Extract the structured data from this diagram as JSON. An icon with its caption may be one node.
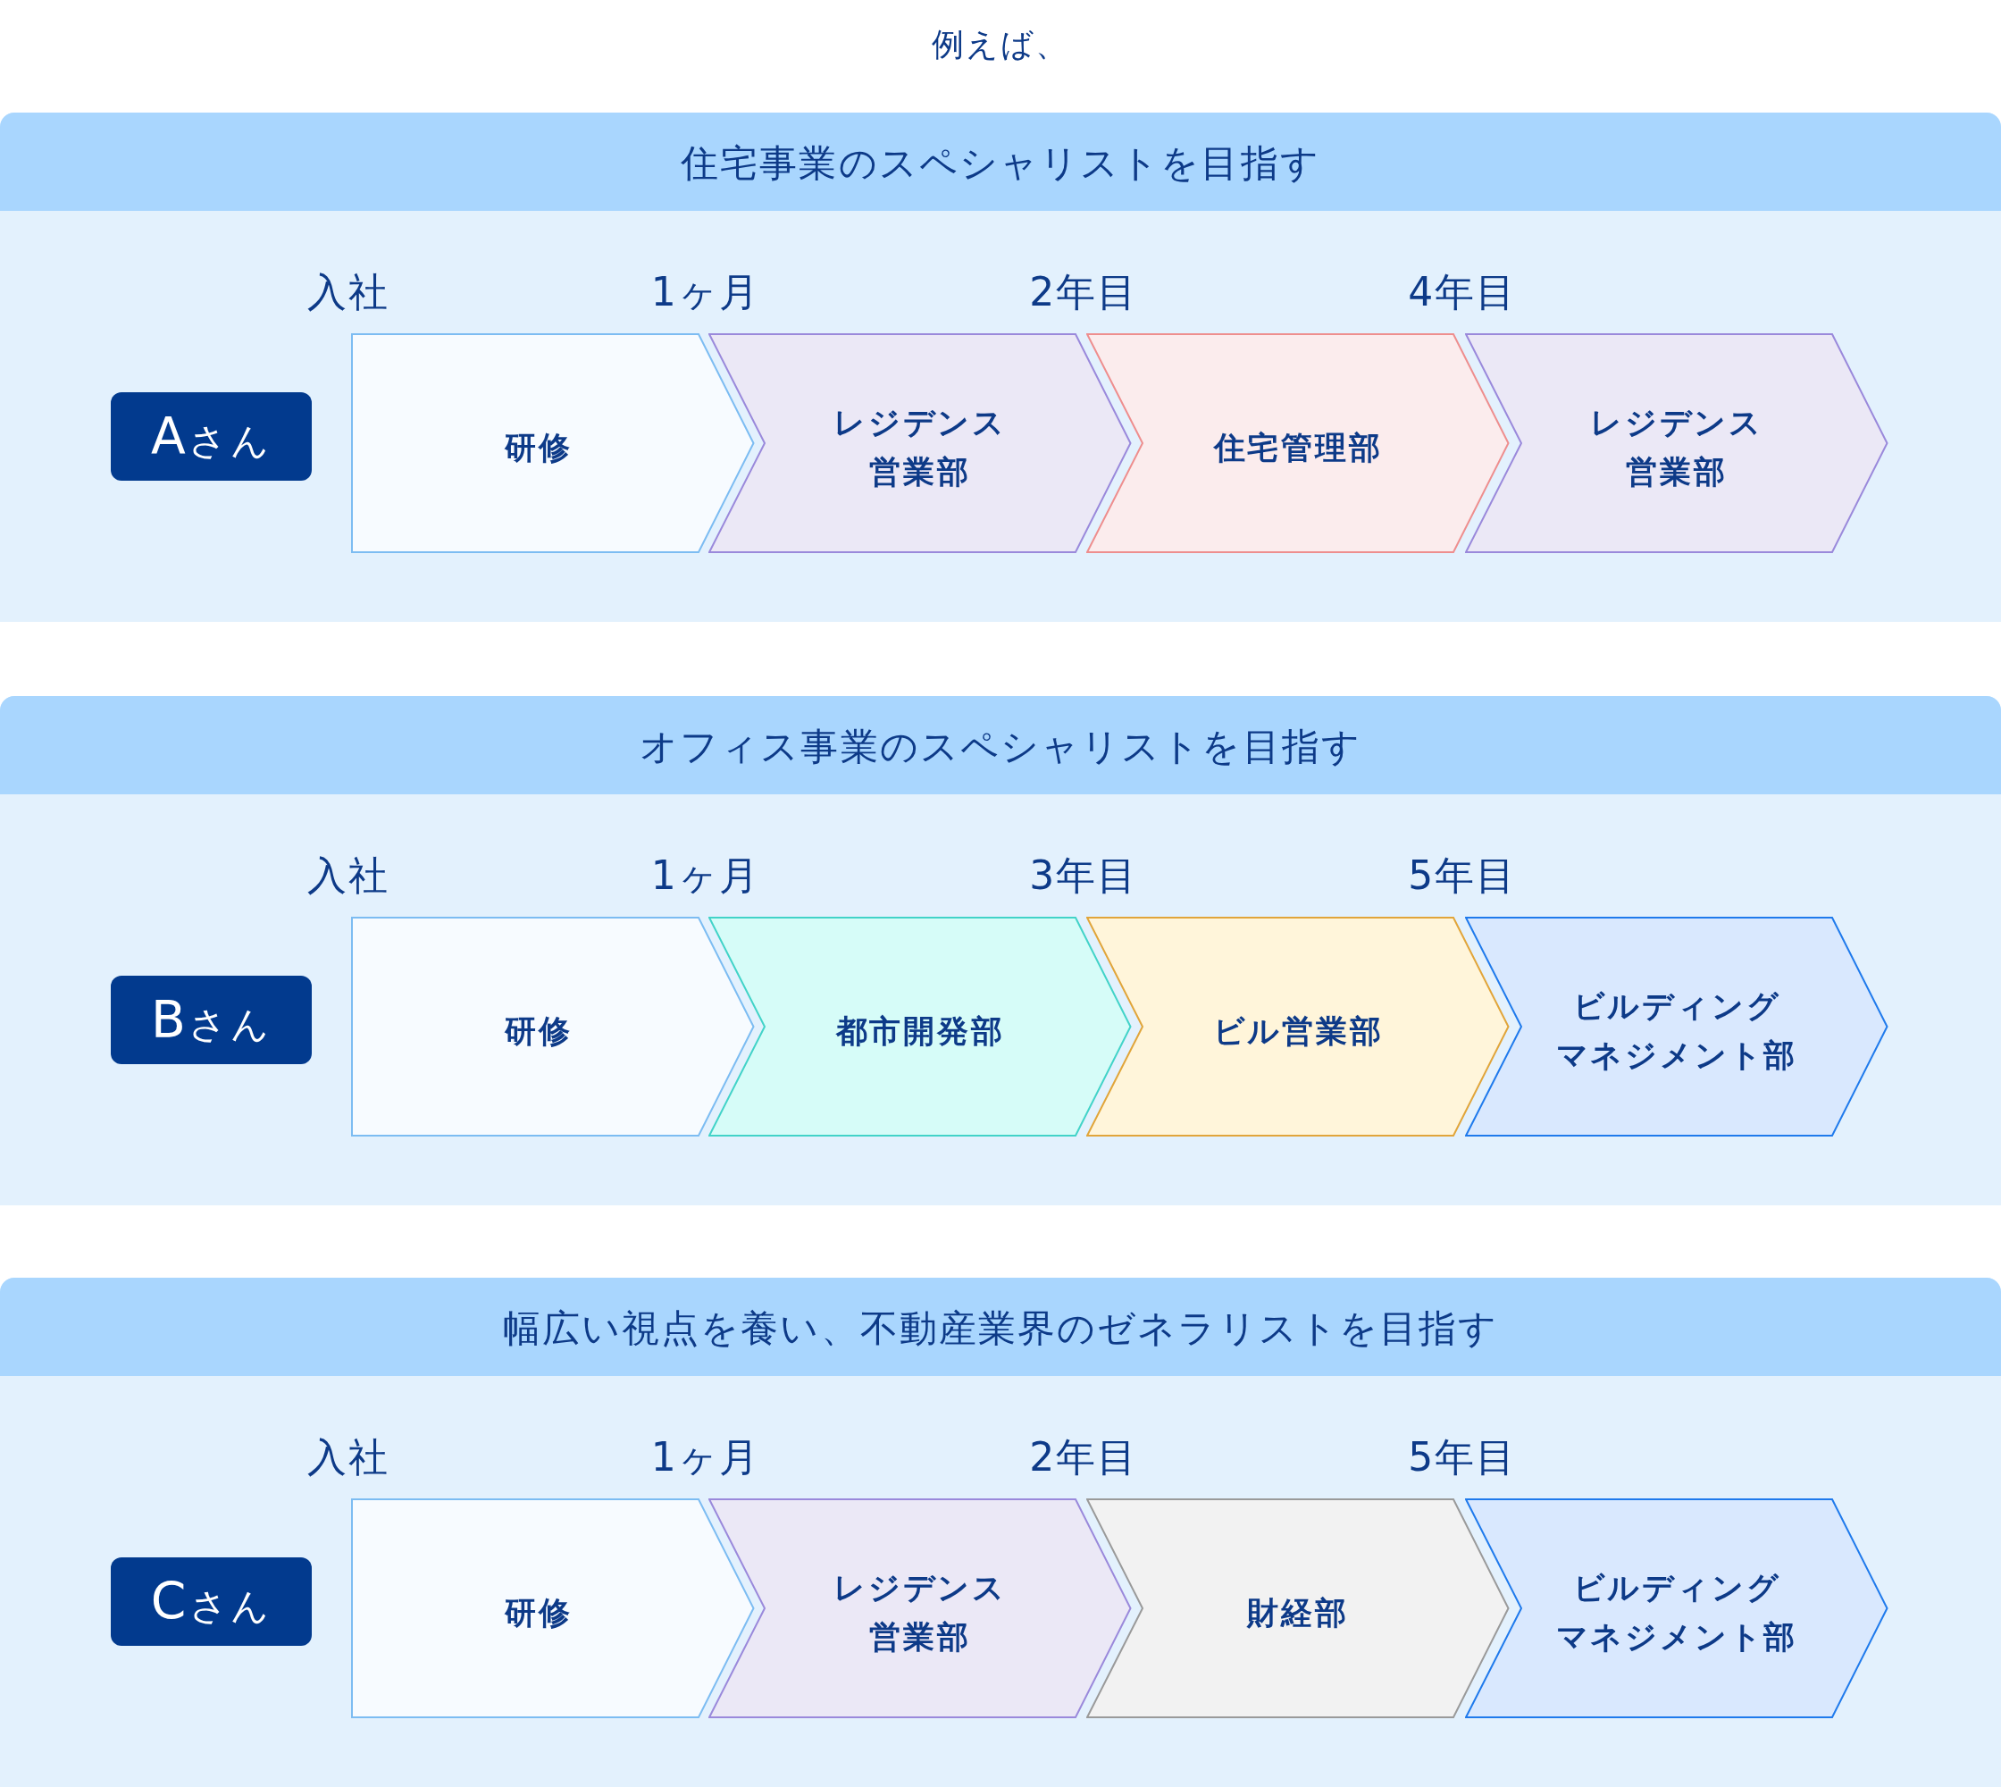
{
  "diagram": {
    "title": "例えば、",
    "nodes": [
      {
        "text": [
          "住宅事業のスペシャリストを目指す"
        ]
      },
      {
        "text": [
          "Aさん"
        ],
        "in": 0
      },
      {
        "text": [
          "研修"
        ],
        "in": 0,
        "beside": [
          "入社"
        ]
      },
      {
        "text": [
          "レジデンス営業部"
        ],
        "in": 0,
        "beside": [
          "1ヶ月"
        ]
      },
      {
        "text": [
          "住宅管理部"
        ],
        "in": 0,
        "beside": [
          "2年目"
        ]
      },
      {
        "text": [
          "レジデンス営業部"
        ],
        "in": 0,
        "beside": [
          "4年目"
        ]
      },
      {
        "text": [
          "オフィス事業のスペシャリストを目指す"
        ]
      },
      {
        "text": [
          "Bさん"
        ],
        "in": 6
      },
      {
        "text": [
          "研修"
        ],
        "in": 6,
        "beside": [
          "入社"
        ]
      },
      {
        "text": [
          "都市開発部"
        ],
        "in": 6,
        "beside": [
          "1ヶ月"
        ]
      },
      {
        "text": [
          "ビル営業部"
        ],
        "in": 6,
        "beside": [
          "3年目"
        ]
      },
      {
        "text": [
          "ビルディングマネジメント部"
        ],
        "in": 6,
        "beside": [
          "5年目"
        ]
      },
      {
        "text": [
          "幅広い視点を養い、不動産業界のゼネラリストを目指す"
        ]
      },
      {
        "text": [
          "Cさん"
        ],
        "in": 12
      },
      {
        "text": [
          "研修"
        ],
        "in": 12,
        "beside": [
          "入社"
        ]
      },
      {
        "text": [
          "レジデンス営業部"
        ],
        "in": 12,
        "beside": [
          "1ヶ月"
        ]
      },
      {
        "text": [
          "財経部"
        ],
        "in": 12,
        "beside": [
          "2年目"
        ]
      },
      {
        "text": [
          "ビルディングマネジメント部"
        ],
        "in": 12,
        "beside": [
          "5年目"
        ]
      }
    ]
  }
}
